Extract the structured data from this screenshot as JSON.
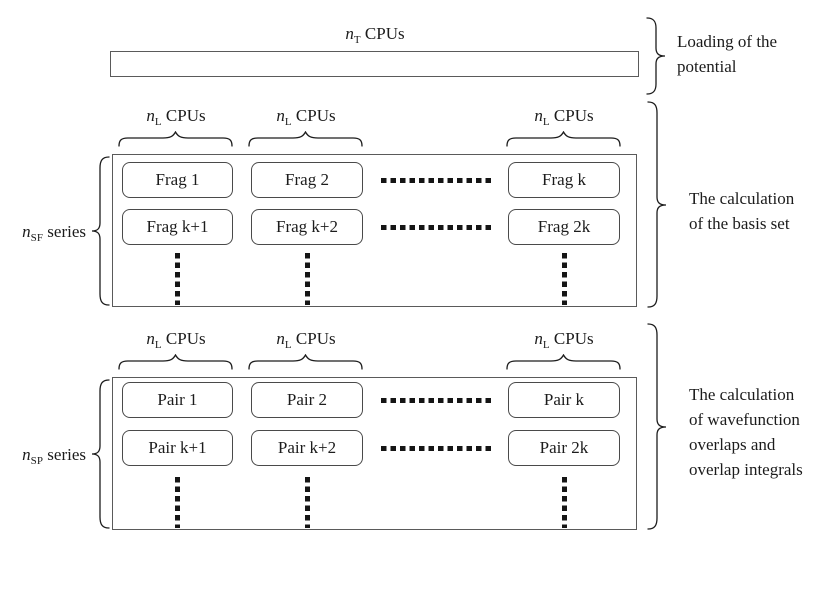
{
  "colors": {
    "background": "#ffffff",
    "box_border": "#5a5a5a",
    "rounded_box_border": "#4a4a4a",
    "ink": "#1c1c1c"
  },
  "loading": {
    "cpu_label": {
      "base": "n",
      "sub": "T",
      "suffix": "CPUs"
    },
    "annotation": "Loading of the\npotential"
  },
  "basis": {
    "cpu_labels": [
      {
        "base": "n",
        "sub": "L",
        "suffix": "CPUs"
      },
      {
        "base": "n",
        "sub": "L",
        "suffix": "CPUs"
      },
      {
        "base": "n",
        "sub": "L",
        "suffix": "CPUs"
      }
    ],
    "series_label": {
      "base": "n",
      "sub": "SF",
      "suffix": "series"
    },
    "rows": [
      [
        "Frag 1",
        "Frag 2",
        "Frag k"
      ],
      [
        "Frag k+1",
        "Frag k+2",
        "Frag 2k"
      ]
    ],
    "annotation": "The calculation\nof the basis set"
  },
  "pairs": {
    "cpu_labels": [
      {
        "base": "n",
        "sub": "L",
        "suffix": "CPUs"
      },
      {
        "base": "n",
        "sub": "L",
        "suffix": "CPUs"
      },
      {
        "base": "n",
        "sub": "L",
        "suffix": "CPUs"
      }
    ],
    "series_label": {
      "base": "n",
      "sub": "SP",
      "suffix": "series"
    },
    "rows": [
      [
        "Pair 1",
        "Pair 2",
        "Pair k"
      ],
      [
        "Pair k+1",
        "Pair k+2",
        "Pair 2k"
      ]
    ],
    "annotation": "The calculation\nof wavefunction\noverlaps and\noverlap integrals"
  }
}
